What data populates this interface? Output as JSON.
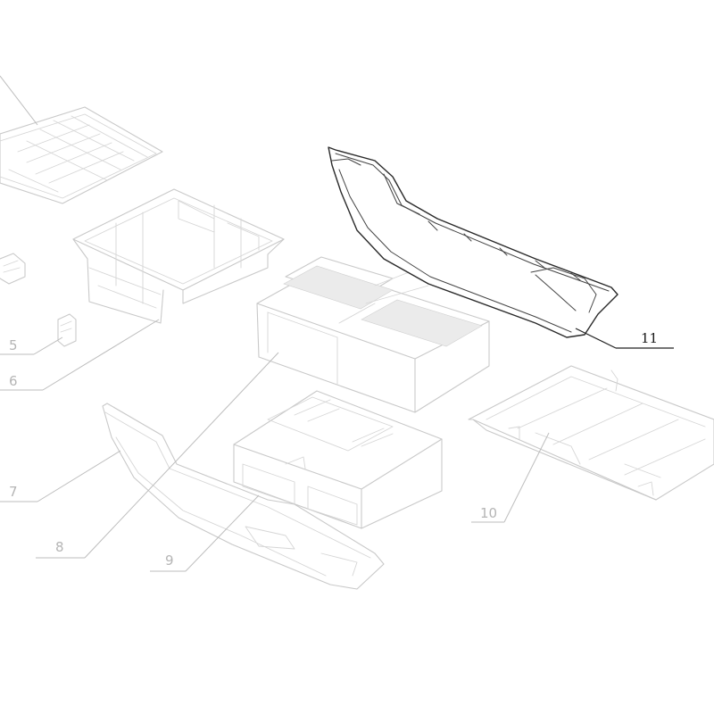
{
  "callouts": {
    "c5": "5",
    "c6": "6",
    "c7": "7",
    "c8": "8",
    "c9": "9",
    "c10": "10",
    "c11": "11"
  },
  "colors": {
    "line_faint": "#c9c9c9",
    "line_highlight": "#2a2a2a",
    "label_faint": "#b5b5b5",
    "label_highlight": "#1a1a1a",
    "background": "#ffffff"
  }
}
